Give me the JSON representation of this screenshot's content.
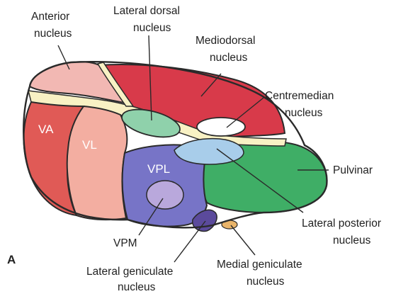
{
  "figure": {
    "panel_letter": "A",
    "labels": {
      "anterior_nucleus": [
        "Anterior",
        "nucleus"
      ],
      "lateral_dorsal_nucleus": [
        "Lateral dorsal",
        "nucleus"
      ],
      "mediodorsal_nucleus": [
        "Mediodorsal",
        "nucleus"
      ],
      "centremedian_nucleus": [
        "Centremedian",
        "nucleus"
      ],
      "pulvinar": "Pulvinar",
      "lateral_posterior_nucleus": [
        "Lateral posterior",
        "nucleus"
      ],
      "medial_geniculate_nucleus": [
        "Medial geniculate",
        "nucleus"
      ],
      "lateral_geniculate_nucleus": [
        "Lateral geniculate",
        "nucleus"
      ],
      "vpm": "VPM",
      "vpl": "VPL",
      "vl": "VL",
      "va": "VA"
    },
    "colors": {
      "anterior": "#f2b8b3",
      "mediodorsal": "#d83a4a",
      "lamina": "#f8f1c4",
      "lateral_dorsal": "#8fd1ab",
      "centremedian": "#ffffff",
      "va": "#e05a56",
      "vl": "#f3aea1",
      "vpl": "#7774c7",
      "vpm": "#b9a8dc",
      "lateral_posterior": "#a8cdea",
      "pulvinar": "#3fae66",
      "lateral_geniculate": "#5b4a9c",
      "medial_geniculate": "#e9b46a",
      "outline": "#2a2a2a"
    }
  }
}
